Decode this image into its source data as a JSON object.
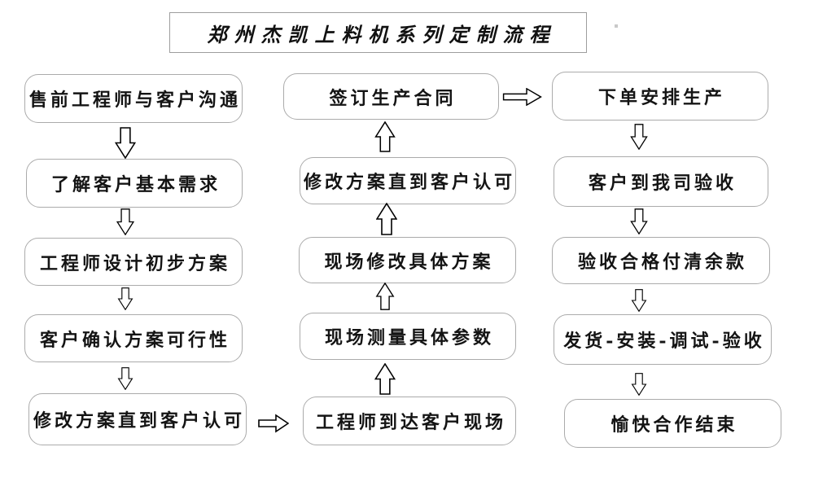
{
  "title": "郑州杰凯上料机系列定制流程",
  "colors": {
    "background": "#ffffff",
    "box_border": "#ababab",
    "title_border": "#9e9e9e",
    "text": "#141414",
    "arrow_outline": "#000000",
    "arrow_fill": "#ffffff"
  },
  "flow": {
    "left_column": {
      "order": "top-to-bottom",
      "nodes": [
        "售前工程师与客户沟通",
        "了解客户基本需求",
        "工程师设计初步方案",
        "客户确认方案可行性",
        "修改方案直到客户认可"
      ]
    },
    "middle_column": {
      "order": "bottom-to-top",
      "nodes": [
        "签订生产合同",
        "修改方案直到客户认可",
        "现场修改具体方案",
        "现场测量具体参数",
        "工程师到达客户现场"
      ]
    },
    "right_column": {
      "order": "top-to-bottom",
      "nodes": [
        "下单安排生产",
        "客户到我司验收",
        "验收合格付清余款",
        "发货-安装-调试-验收",
        "愉快合作结束"
      ]
    }
  }
}
